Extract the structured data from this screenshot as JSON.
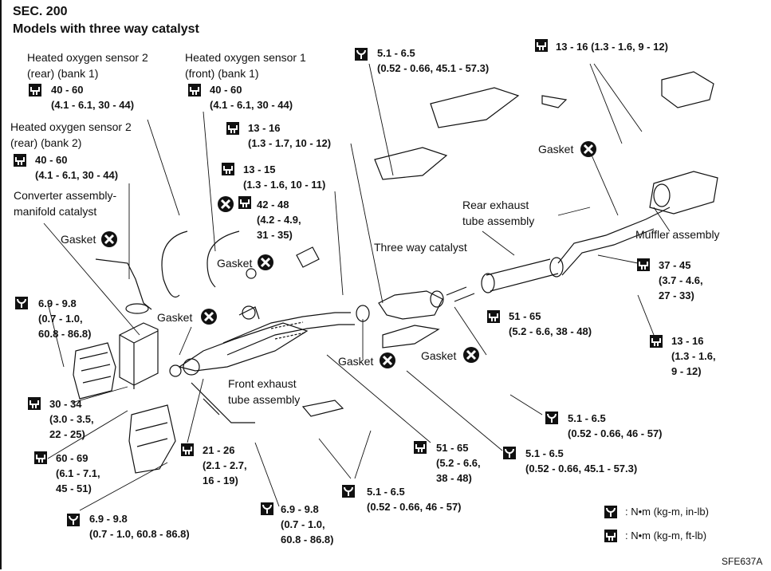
{
  "header": {
    "section": "SEC. 200",
    "title": "Models with three way catalyst"
  },
  "labels": {
    "hos2_rear_b1": "Heated oxygen sensor 2\n(rear) (bank 1)",
    "hos1_front_b1": "Heated oxygen sensor 1\n(front) (bank 1)",
    "hos2_rear_b2": "Heated oxygen sensor 2\n(rear) (bank 2)",
    "converter": "Converter assembly-\nmanifold catalyst",
    "gasket": "Gasket",
    "three_way": "Three way catalyst",
    "rear_tube": "Rear exhaust\ntube assembly",
    "muffler": "Muffler assembly",
    "front_tube": "Front exhaust\ntube assembly"
  },
  "torque": {
    "t1": "40 - 60\n(4.1 - 6.1, 30 - 44)",
    "t2": "40 - 60\n(4.1 - 6.1, 30 - 44)",
    "t3": "40 - 60\n(4.1 - 6.1, 30 - 44)",
    "t4": "13 - 16\n(1.3 - 1.7, 10 - 12)",
    "t5": "13 - 15\n(1.3 - 1.6, 10 - 11)",
    "t6": "42 - 48\n(4.2 - 4.9,\n31 - 35)",
    "t7": "5.1 - 6.5\n(0.52 - 0.66, 45.1 - 57.3)",
    "t8": "13 - 16 (1.3 - 1.6, 9 - 12)",
    "t9": "6.9 - 9.8\n(0.7 - 1.0,\n60.8 - 86.8)",
    "t10": "30 - 34\n(3.0 - 3.5,\n22 - 25)",
    "t11": "60 - 69\n(6.1 - 7.1,\n45 - 51)",
    "t12": "6.9 - 9.8\n(0.7 - 1.0, 60.8 - 86.8)",
    "t13": "21 - 26\n(2.1 - 2.7,\n16 - 19)",
    "t14": "6.9 - 9.8\n(0.7 - 1.0,\n60.8 - 86.8)",
    "t15": "5.1 - 6.5\n(0.52 - 0.66, 46 - 57)",
    "t16": "51 - 65\n(5.2 - 6.6,\n38 - 48)",
    "t17": "5.1 - 6.5\n(0.52 - 0.66, 45.1 - 57.3)",
    "t18": "51 - 65\n(5.2 - 6.6, 38 - 48)",
    "t19": "37 - 45\n(3.7 - 4.6,\n27 - 33)",
    "t20": "13 - 16\n(1.3 - 1.6,\n9 - 12)",
    "t21": "5.1 - 6.5\n(0.52 - 0.66, 46 - 57)"
  },
  "legend": {
    "nm_inlb": ": N•m (kg-m, in-lb)",
    "nm_ftlb": ": N•m (kg-m, ft-lb)"
  },
  "ref_code": "SFE637A",
  "icons": {
    "torque": "torque-wrench-icon",
    "replace": "do-not-reuse-icon"
  }
}
